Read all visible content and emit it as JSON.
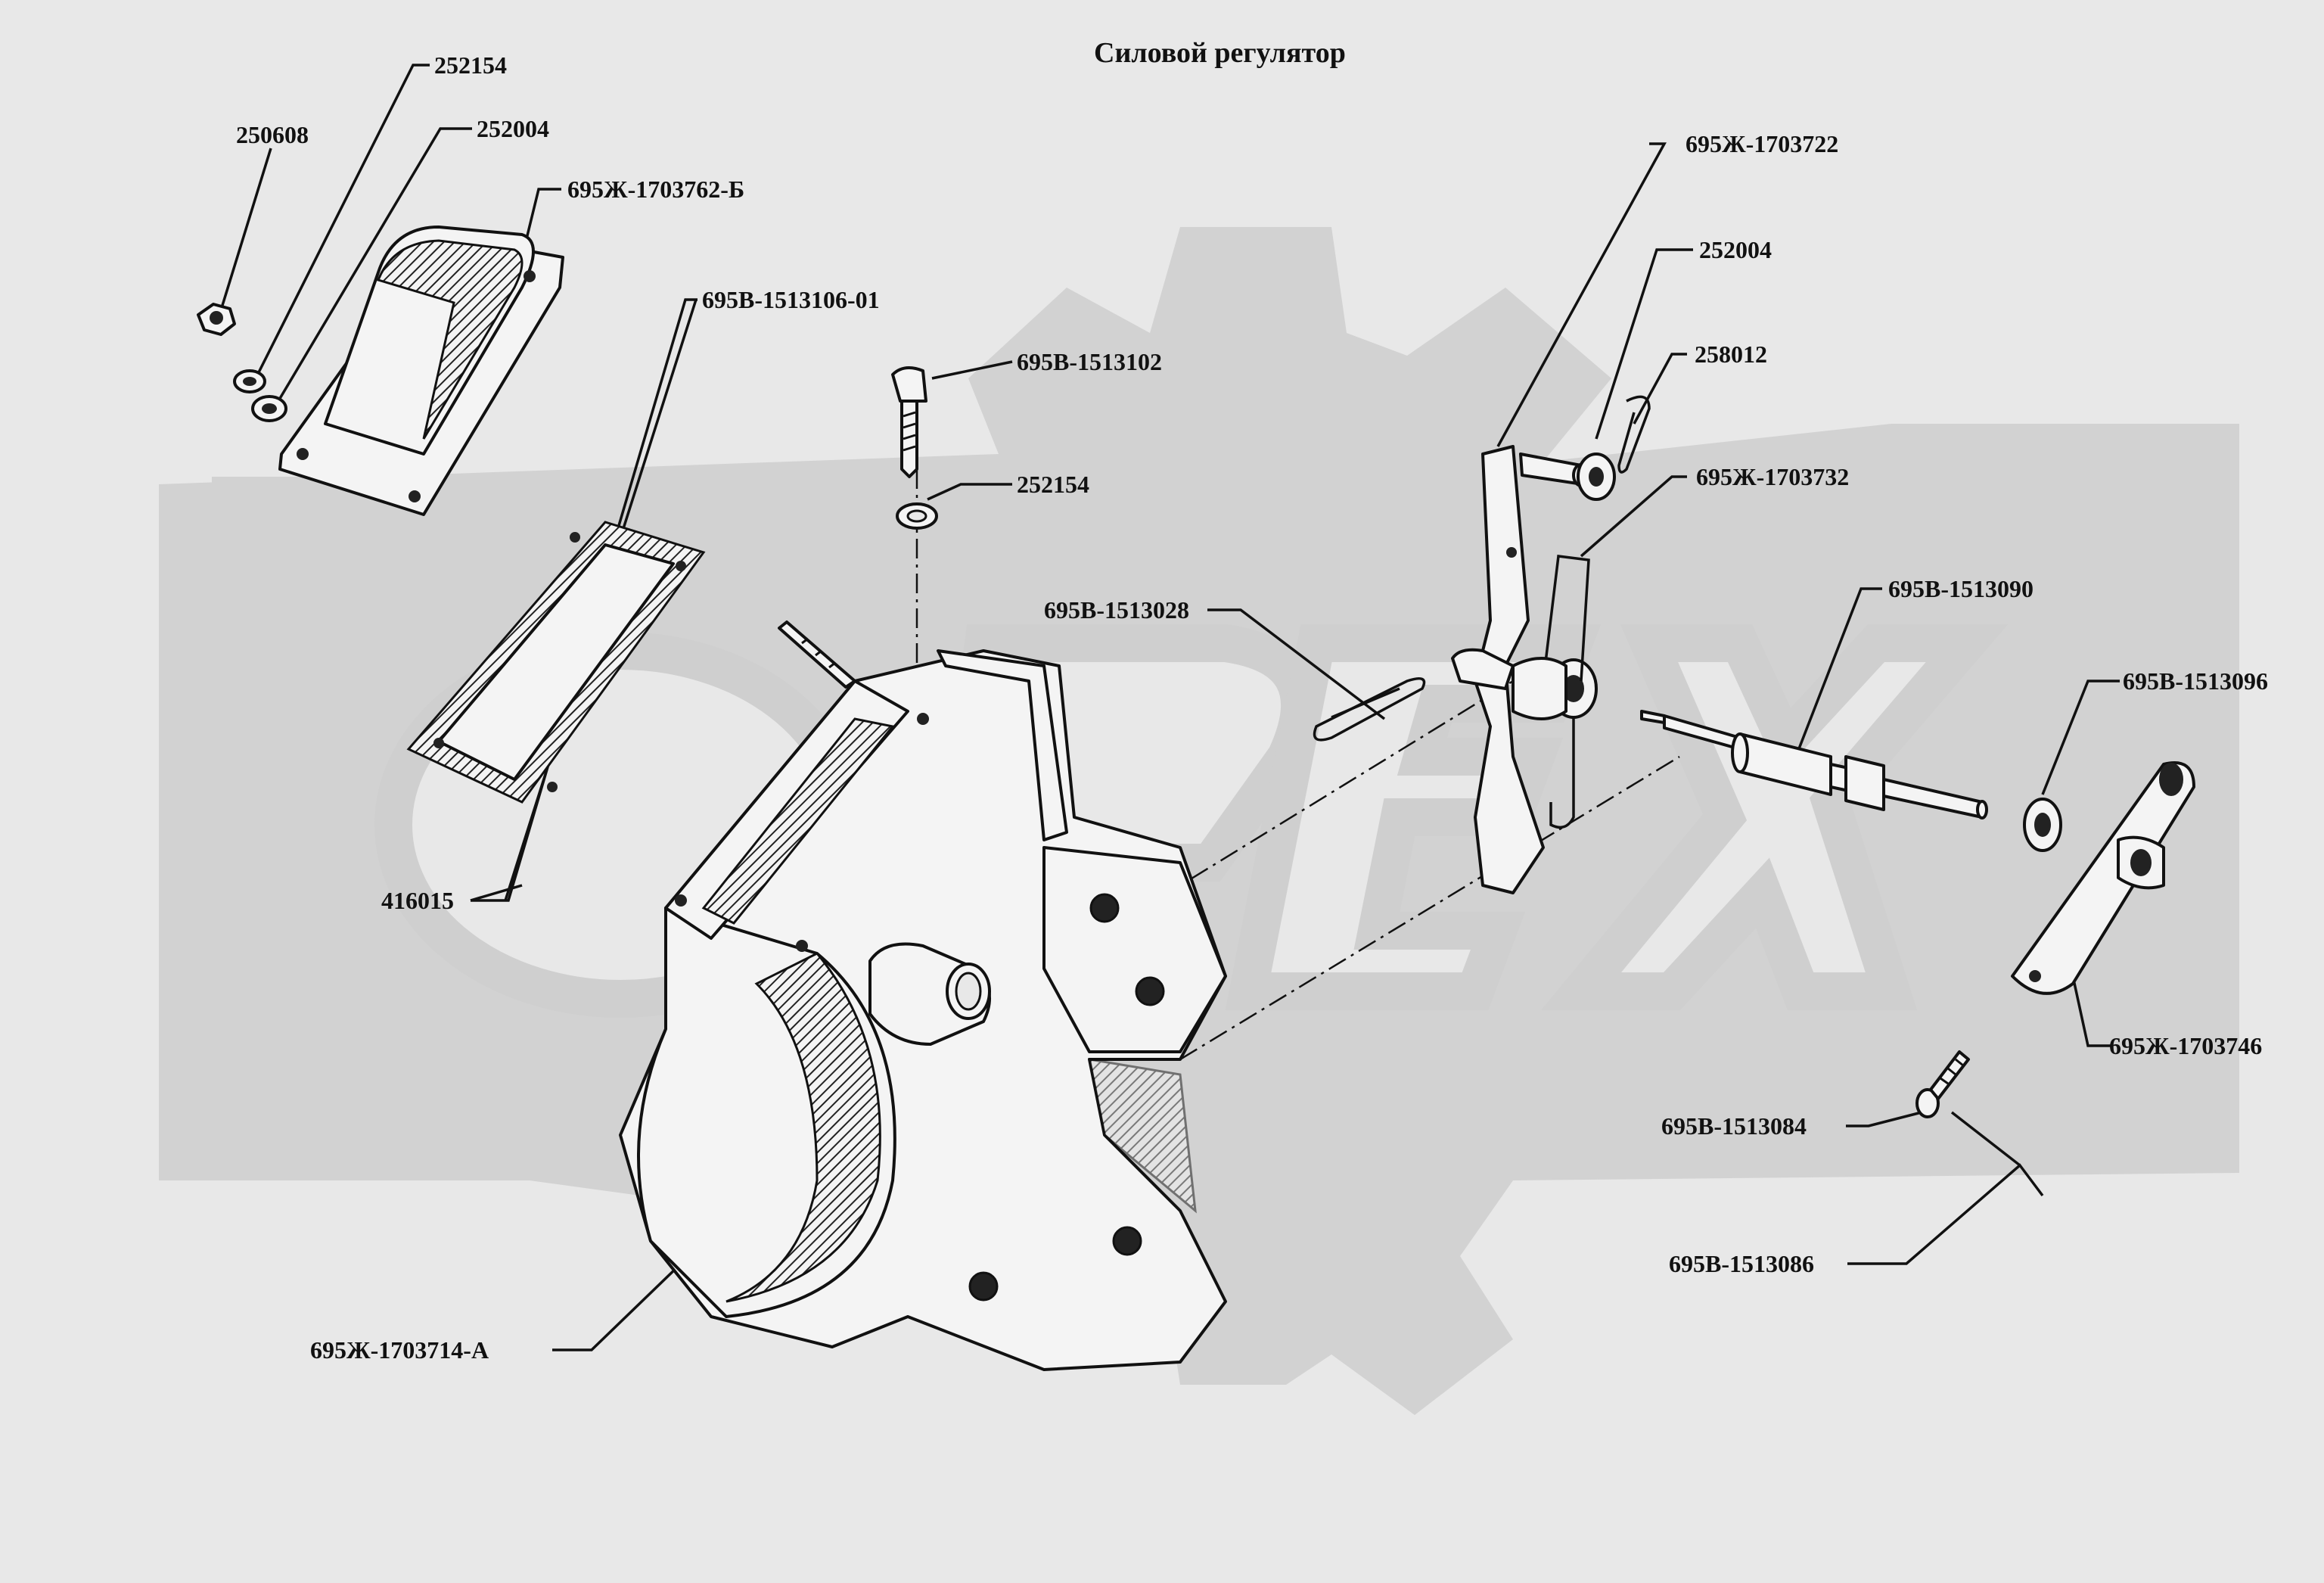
{
  "title": "Силовой регулятор",
  "watermark": {
    "text": "OPEX",
    "color": "#cfcfcf"
  },
  "labels": {
    "l_250608": "250608",
    "l_252154_top": "252154",
    "l_252004_top": "252004",
    "l_1703762": "695Ж-1703762-Б",
    "l_1513106": "695В-1513106-01",
    "l_1513102": "695В-1513102",
    "l_252154_mid": "252154",
    "l_416015": "416015",
    "l_1513028": "695В-1513028",
    "l_1703714": "695Ж-1703714-А",
    "l_1703722": "695Ж-1703722",
    "l_252004_right": "252004",
    "l_258012": "258012",
    "l_1703732": "695Ж-1703732",
    "l_1513090": "695В-1513090",
    "l_1513096": "695В-1513096",
    "l_1703746": "695Ж-1703746",
    "l_1513084": "695В-1513084",
    "l_1513086": "695В-1513086"
  }
}
